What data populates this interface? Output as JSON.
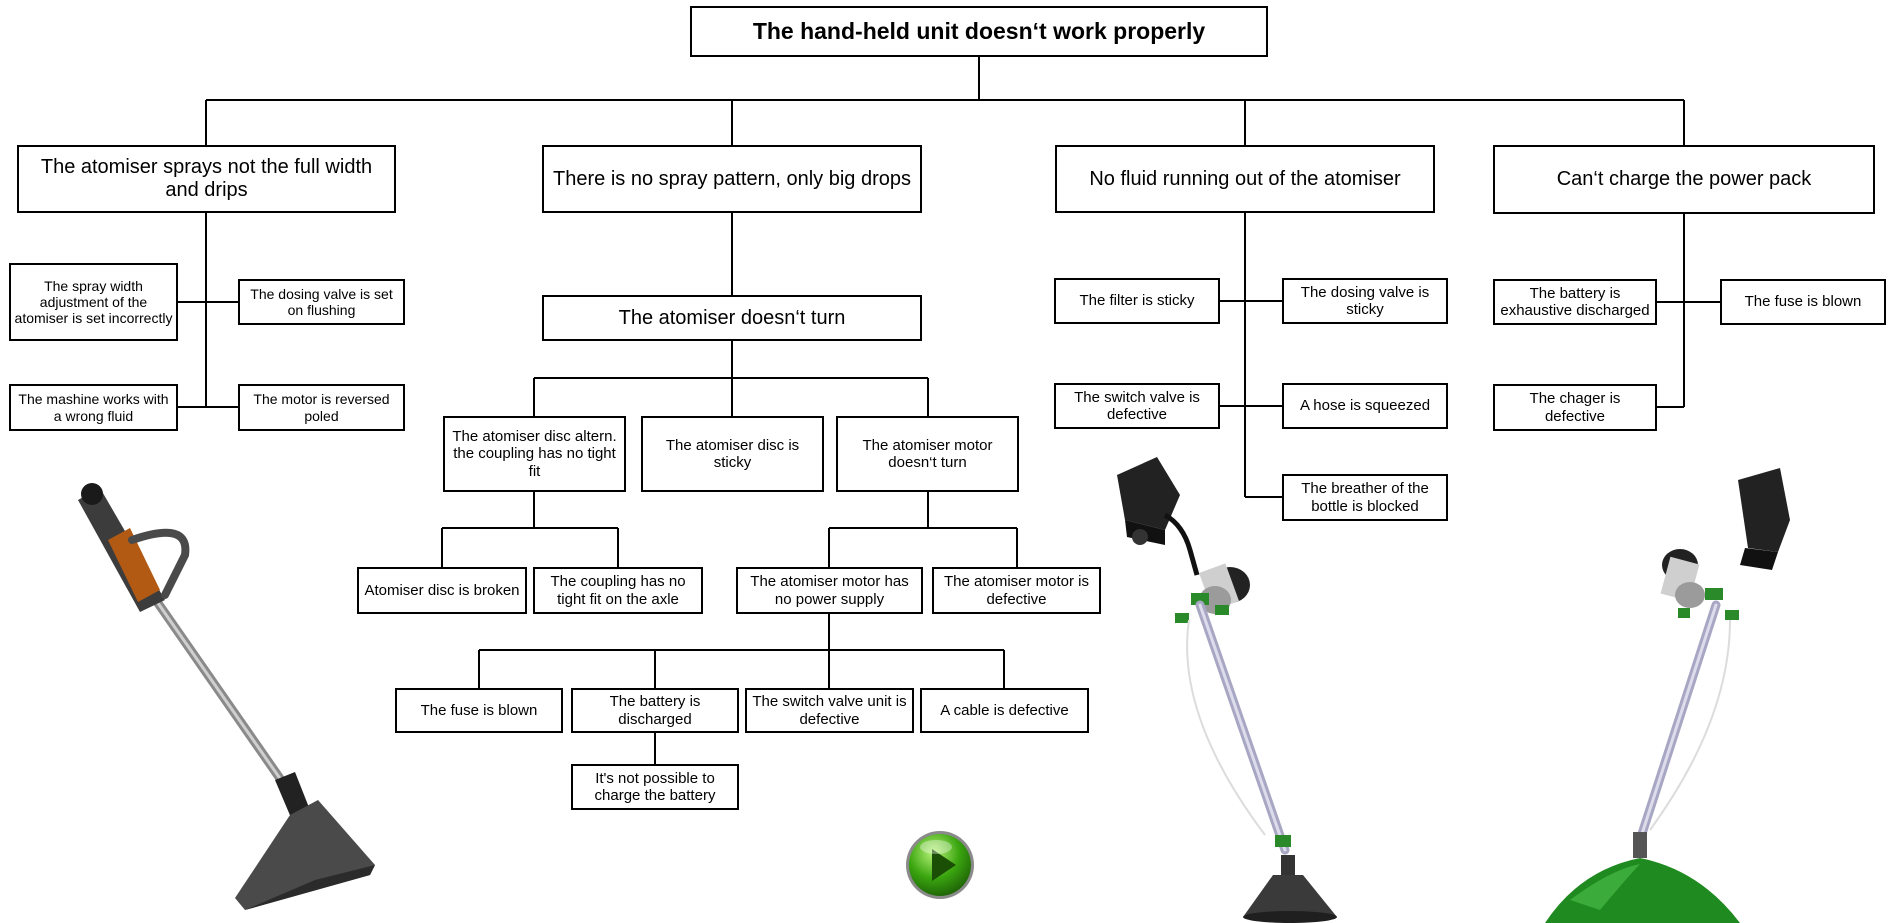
{
  "title": "The hand-held unit doesn‘t work properly",
  "branches": {
    "b1": {
      "label": "The atomiser sprays not the full width and drips",
      "causes": [
        "The spray width adjustment of the atomiser is set incorrectly",
        "The dosing valve is set on flushing",
        "The mashine works with a wrong fluid",
        "The motor is reversed poled"
      ]
    },
    "b2": {
      "label": "There is no spray pattern, only big drops",
      "sub": "The atomiser doesn‘t turn",
      "disc_loose": "The atomiser disc altern. the coupling has no tight fit",
      "disc_sticky": "The atomiser disc is sticky",
      "motor_no_turn": "The atomiser motor doesn‘t turn",
      "disc_broken": "Atomiser disc is broken",
      "coupling": "The coupling has no tight fit on the axle",
      "no_power": "The atomiser motor has no power supply",
      "motor_defective": "The atomiser motor is defective",
      "fuse": "The fuse is blown",
      "battery": "The battery is discharged",
      "switch_valve": "The switch valve unit is defective",
      "cable": "A cable is defective",
      "charge": "It's not possible to charge the battery"
    },
    "b3": {
      "label": "No fluid running out of the atomiser",
      "causes": [
        "The filter is sticky",
        "The dosing valve is sticky",
        "The switch valve is defective",
        "A hose is squeezed",
        "The breather of the bottle is blocked"
      ]
    },
    "b4": {
      "label": "Can‘t charge the power pack",
      "causes": [
        "The battery is exhaustive discharged",
        "The fuse is blown",
        "The chager is defective"
      ]
    }
  },
  "icons": {
    "play": "play-button-icon",
    "colors": {
      "play_green": "#3aa50f",
      "spray_green": "#1f8a1f",
      "handle_orange": "#b25a14"
    }
  }
}
